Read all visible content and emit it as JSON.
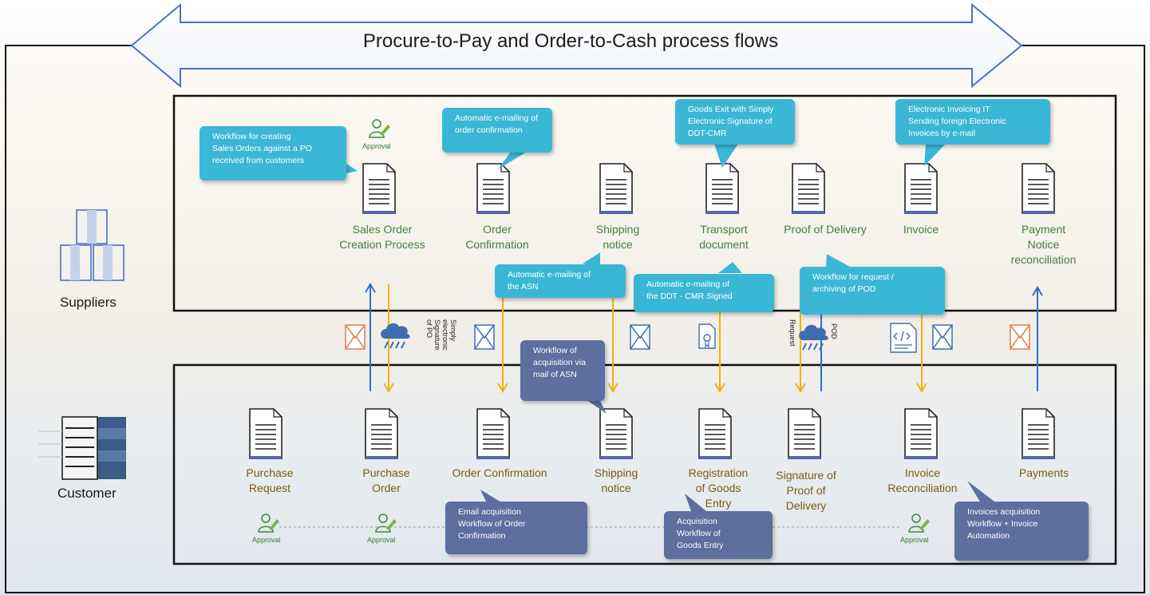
{
  "title": "Procure-to-Pay and Order-to-Cash process flows",
  "sections": {
    "suppliers": "Suppliers",
    "customer": "Customer"
  },
  "supplier_steps": [
    "Sales Order\nCreation Process",
    "Order\nConfirmation",
    "Shipping\nnotice",
    "Transport\ndocument",
    "Proof of Delivery",
    "Invoice",
    "Payment\nNotice\nreconciliation"
  ],
  "customer_steps": [
    "Purchase\nRequest",
    "Purchase\nOrder",
    "Order Confirmation",
    "Shipping\nnotice",
    "Registration\nof Goods\nEntry",
    "Signature of\nProof of\nDelivery",
    "Invoice\nReconciliation",
    "Payments"
  ],
  "supplier_callouts": [
    "Workflow for creating\nSales Orders against a PO\nreceived from customers",
    "Automatic e-mailing of\norder confirmation",
    "Goods Exit with Simply\nElectronic Signature of\nDDT-CMR",
    "Electronic Invoicing IT\nSending foreign Electronic\nInvoices by e-mail",
    "Automatic e-mailing of\nthe ASN",
    "Automatic e-mailing of\nthe DDT - CMR Signed",
    "Workflow for request /\narchiving of POD"
  ],
  "customer_callouts": [
    "Workflow of\nacquisition via\nmail of ASN",
    "Email acquisition\nWorkflow of Order\nConfirmation",
    "Acquisition\nWorkflow of\nGoods Entry",
    "Invoices acquisition\nWorkflow + Invoice\nAutomation"
  ],
  "approval_label": "Approval",
  "rotated_labels": {
    "signature": "Simply\nelectronic\nSignature\nof PO",
    "request": "Request",
    "pod": "POD"
  },
  "colors": {
    "frame": "#111111",
    "arrow_outline": "#4a73c2",
    "up_arrow": "#2f6fd1",
    "down_arrow": "#f0b400",
    "doc_accent": "#5566a8",
    "supplier_text": "#43803a",
    "customer_text": "#7b5b16",
    "bubble_cyan": "#3bb7d6",
    "bubble_navy": "#5c6f9e",
    "envelope_orange": "#e07a4a",
    "envelope_blue": "#3f6db3"
  }
}
